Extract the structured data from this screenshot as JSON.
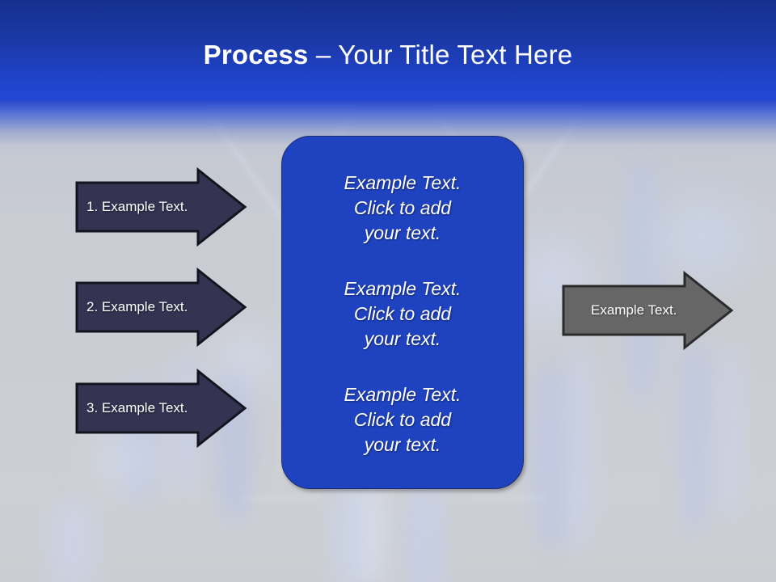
{
  "slide": {
    "title": {
      "bold_part": "Process",
      "rest_part": " – Your Title Text Here"
    },
    "colors": {
      "title_band_top": "#15308c",
      "title_band_bottom": "#2043cb",
      "center_box_fill": "#1f43c0",
      "center_box_outline": "#1a2f6e",
      "input_arrow_fill": "#343352",
      "input_arrow_outline": "#14141f",
      "output_arrow_fill": "#666666",
      "output_arrow_outline": "#2b2b2b",
      "background_base": "#c9ccd4",
      "text_color": "#ffffff"
    },
    "input_arrows": [
      {
        "label": "1. Example Text."
      },
      {
        "label": "2. Example Text."
      },
      {
        "label": "3. Example Text."
      }
    ],
    "center_box": {
      "blocks": [
        "Example Text.\nClick  to add\nyour text.",
        "Example Text.\nClick  to add\nyour text.",
        "Example Text.\nClick  to add\nyour text."
      ]
    },
    "output_arrow": {
      "label": "Example Text."
    }
  }
}
